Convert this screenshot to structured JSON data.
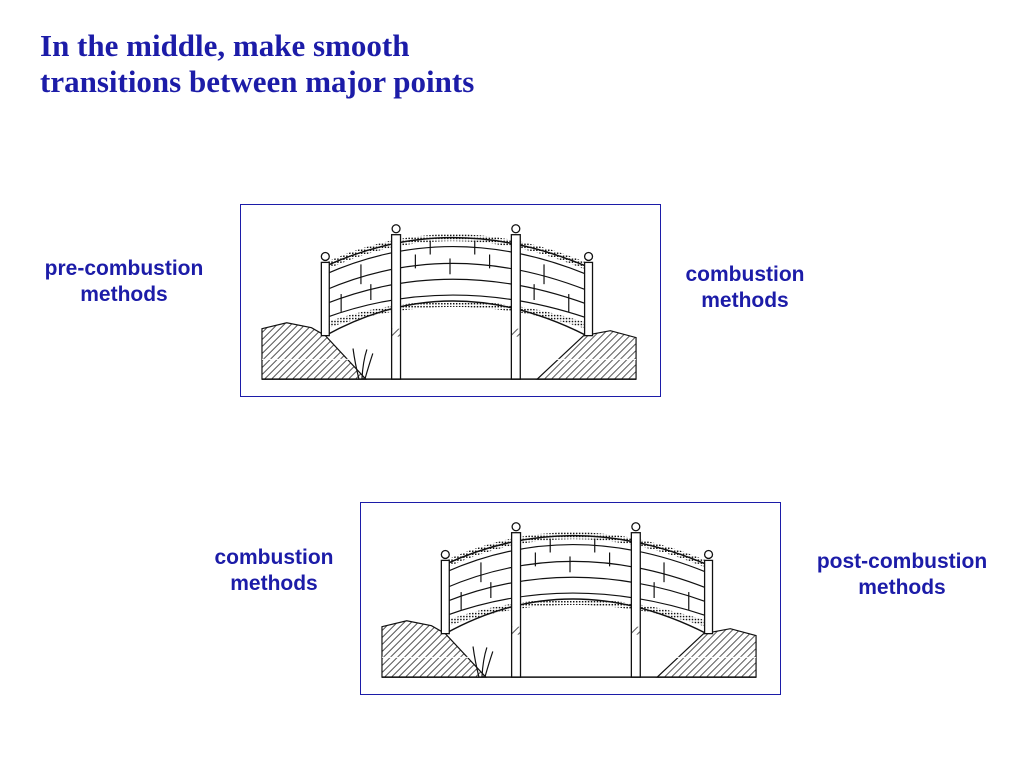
{
  "slide": {
    "title_line1": "In the middle, make smooth",
    "title_line2": "transitions between major points"
  },
  "bridge_top": {
    "left_label_line1": "pre-combustion",
    "left_label_line2": "methods",
    "right_label_line1": "combustion",
    "right_label_line2": "methods"
  },
  "bridge_bottom": {
    "left_label_line1": "combustion",
    "left_label_line2": "methods",
    "right_label_line1": "post-combustion",
    "right_label_line2": "methods"
  },
  "colors": {
    "text": "#1c1ca8",
    "frame": "#1c1ca8",
    "drawing": "#111111"
  }
}
